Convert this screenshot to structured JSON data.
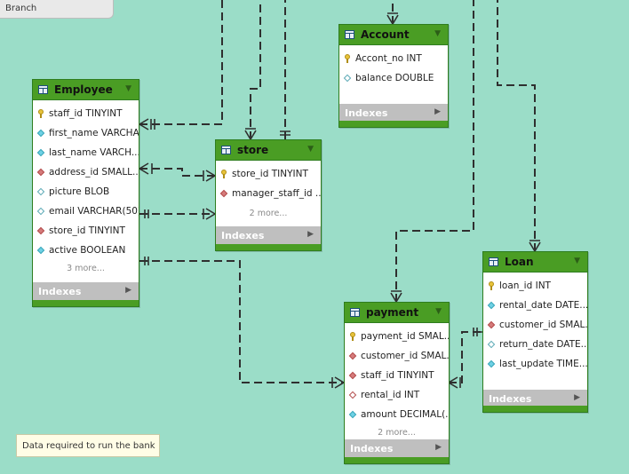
{
  "tab": {
    "label": "Branch"
  },
  "note": {
    "text": "Data required to run the bank"
  },
  "entities": {
    "employee": {
      "name": "Employee",
      "columns": [
        {
          "text": "staff_id TINYINT",
          "icon": "primary-key-icon"
        },
        {
          "text": "first_name VARCHA...",
          "icon": "column-icon"
        },
        {
          "text": "last_name VARCH...",
          "icon": "column-icon"
        },
        {
          "text": "address_id SMALL...",
          "icon": "foreign-key-icon"
        },
        {
          "text": "picture BLOB",
          "icon": "nullable-column-icon"
        },
        {
          "text": "email VARCHAR(50)",
          "icon": "nullable-column-icon"
        },
        {
          "text": "store_id TINYINT",
          "icon": "foreign-key-icon"
        },
        {
          "text": "active BOOLEAN",
          "icon": "column-icon"
        }
      ],
      "more": "3 more...",
      "indexes": "Indexes"
    },
    "account": {
      "name": "Account",
      "columns": [
        {
          "text": "Accont_no INT",
          "icon": "primary-key-icon"
        },
        {
          "text": "balance DOUBLE",
          "icon": "nullable-column-icon"
        }
      ],
      "indexes": "Indexes"
    },
    "store": {
      "name": "store",
      "columns": [
        {
          "text": "store_id TINYINT",
          "icon": "primary-key-icon"
        },
        {
          "text": "manager_staff_id ...",
          "icon": "foreign-key-icon"
        }
      ],
      "more": "2 more...",
      "indexes": "Indexes"
    },
    "loan": {
      "name": "Loan",
      "columns": [
        {
          "text": "loan_id INT",
          "icon": "primary-key-icon"
        },
        {
          "text": "rental_date DATE...",
          "icon": "column-icon"
        },
        {
          "text": "customer_id SMAL...",
          "icon": "foreign-key-icon"
        },
        {
          "text": "return_date DATE...",
          "icon": "nullable-column-icon"
        },
        {
          "text": "last_update TIME...",
          "icon": "column-icon"
        }
      ],
      "indexes": "Indexes"
    },
    "payment": {
      "name": "payment",
      "columns": [
        {
          "text": "payment_id SMAL...",
          "icon": "primary-key-icon"
        },
        {
          "text": "customer_id SMAL...",
          "icon": "foreign-key-icon"
        },
        {
          "text": "staff_id TINYINT",
          "icon": "foreign-key-icon"
        },
        {
          "text": "rental_id INT",
          "icon": "nullable-foreign-key-icon"
        },
        {
          "text": "amount DECIMAL(...",
          "icon": "column-icon"
        }
      ],
      "more": "2 more...",
      "indexes": "Indexes"
    }
  },
  "colors": {
    "canvas": "#9bddc8",
    "header": "#4a9d24",
    "indexes_bar": "#bfbfbf",
    "connector": "#2f2f2f"
  }
}
